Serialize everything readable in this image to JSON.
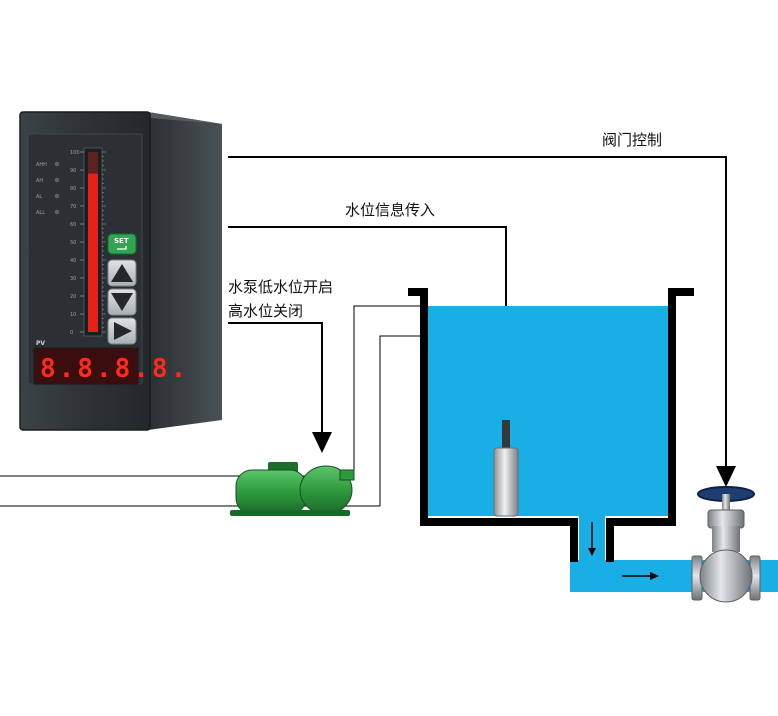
{
  "labels": {
    "valve_control": "阀门控制",
    "level_signal_in": "水位信息传入",
    "pump_line1": "水泵低水位开启",
    "pump_line2": "高水位关闭"
  },
  "controller": {
    "alarms": [
      "AHH",
      "AH",
      "AL",
      "ALL"
    ],
    "display_label": "PV",
    "display_value": "8.8.8.8.",
    "set_key": "SET",
    "bar_ticks": [
      "100",
      "90",
      "80",
      "70",
      "60",
      "50",
      "40",
      "30",
      "20",
      "10",
      "0"
    ],
    "bar_level": 0.88
  },
  "colors": {
    "water": "#1aaee6",
    "pipe_line": "#000000",
    "bar_fill": "#e8201a",
    "pump_green": "#2e9a3e"
  }
}
